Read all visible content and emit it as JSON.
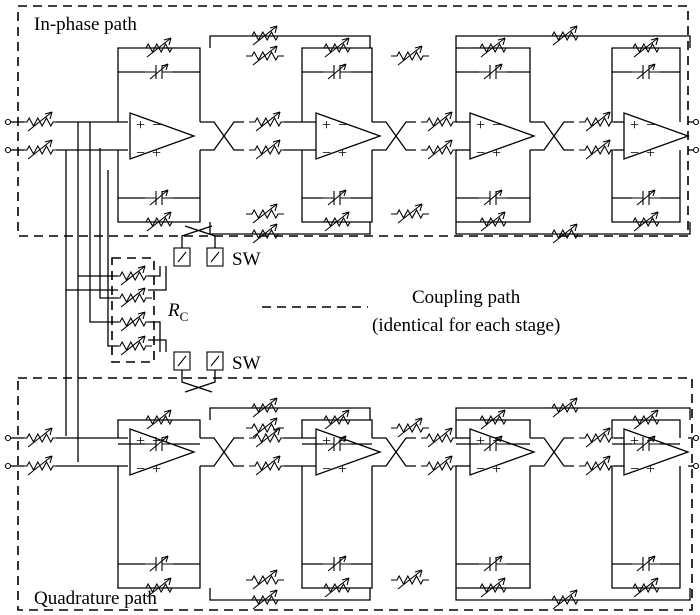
{
  "labels": {
    "inphase": "In-phase path",
    "quadrature": "Quadrature path",
    "coupling_line1": "Coupling path",
    "coupling_line2": "(identical for each stage)",
    "sw_top": "SW",
    "sw_bottom": "SW",
    "rc_main": "R",
    "rc_sub": "C"
  },
  "amplifier_signs": {
    "plus": "+",
    "minus": "−"
  },
  "stages_per_path": 4,
  "colors": {
    "stroke": "#000000",
    "background": "#ffffff"
  }
}
